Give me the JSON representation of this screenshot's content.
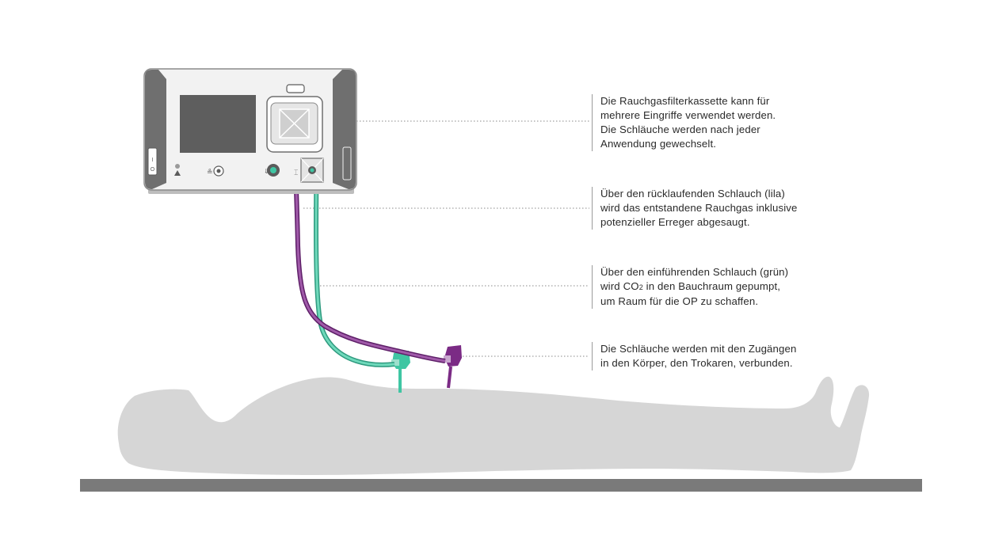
{
  "colors": {
    "tube_purple": "#7b2b85",
    "tube_green": "#3fc6a3",
    "body_gray": "#d6d6d6",
    "table_gray": "#7a7a7a",
    "device_dark": "#6f6f6f",
    "screen": "#5e5e5e"
  },
  "icons": [
    "power-switch-icon",
    "warning-icon",
    "footswitch-connector-icon",
    "insufflation-port-icon",
    "filter-cassette-icon"
  ],
  "callouts": [
    {
      "lines": [
        "Die Rauchgasfilterkassette kann für",
        "mehrere Eingriffe verwendet werden.",
        "Die Schläuche werden nach jeder",
        "Anwendung gewechselt."
      ]
    },
    {
      "lines": [
        "Über den rücklaufenden Schlauch (lila)",
        "wird das entstandene Rauchgas inklusive",
        "potenzieller Erreger abgesaugt."
      ]
    },
    {
      "lines_pre": "Über den einführenden Schlauch (grün)",
      "line2_a": "wird CO",
      "line2_sub": "2",
      "line2_b": " in den Bauchraum gepumpt,",
      "line3": "um Raum für die OP zu schaffen."
    },
    {
      "lines": [
        "Die Schläuche werden mit den Zugängen",
        "in den Körper, den Trokaren, verbunden."
      ]
    }
  ]
}
